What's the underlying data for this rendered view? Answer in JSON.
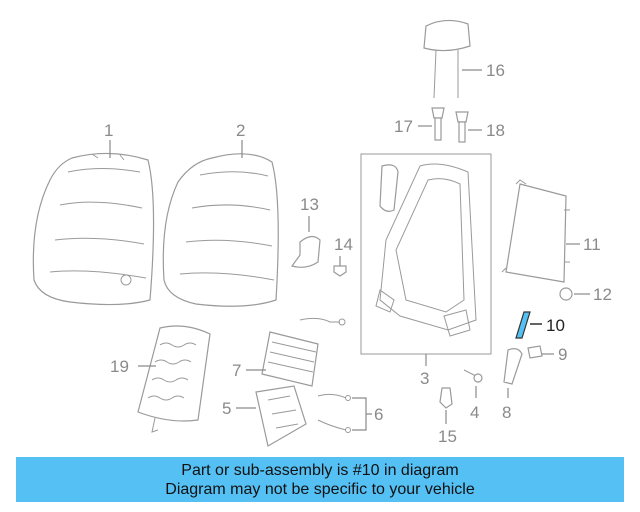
{
  "diagram": {
    "highlight_color": "#55c0f4",
    "callouts": [
      {
        "id": "1",
        "text": "1"
      },
      {
        "id": "2",
        "text": "2"
      },
      {
        "id": "3",
        "text": "3"
      },
      {
        "id": "4",
        "text": "4"
      },
      {
        "id": "5",
        "text": "5"
      },
      {
        "id": "6",
        "text": "6"
      },
      {
        "id": "7",
        "text": "7"
      },
      {
        "id": "8",
        "text": "8"
      },
      {
        "id": "9",
        "text": "9"
      },
      {
        "id": "10",
        "text": "10"
      },
      {
        "id": "11",
        "text": "11"
      },
      {
        "id": "12",
        "text": "12"
      },
      {
        "id": "13",
        "text": "13"
      },
      {
        "id": "14",
        "text": "14"
      },
      {
        "id": "15",
        "text": "15"
      },
      {
        "id": "16",
        "text": "16"
      },
      {
        "id": "17",
        "text": "17"
      },
      {
        "id": "18",
        "text": "18"
      },
      {
        "id": "19",
        "text": "19"
      }
    ],
    "highlighted_part": "10"
  },
  "banner": {
    "line1": "Part or sub-assembly is #10 in diagram",
    "line2": "Diagram may not be specific to your vehicle",
    "background": "#55c0f4"
  }
}
